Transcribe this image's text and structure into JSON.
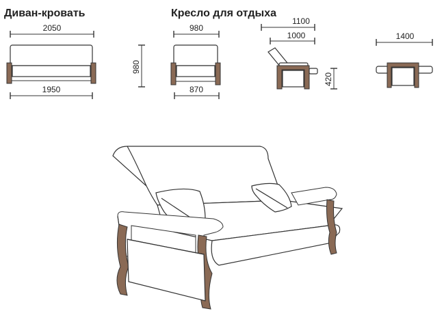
{
  "titles": {
    "sofa": "Диван-кровать",
    "armchair": "Кресло для отдыха"
  },
  "dimensions": {
    "sofa_width_top": "2050",
    "sofa_width_bottom": "1950",
    "height": "980",
    "armchair_width_top": "980",
    "armchair_width_bottom": "870",
    "recliner_depth_full": "1100",
    "recliner_depth": "1000",
    "seat_height": "420",
    "extended_length": "1400"
  },
  "colors": {
    "line": "#333333",
    "wood": "#8a6a55",
    "background": "#ffffff"
  }
}
